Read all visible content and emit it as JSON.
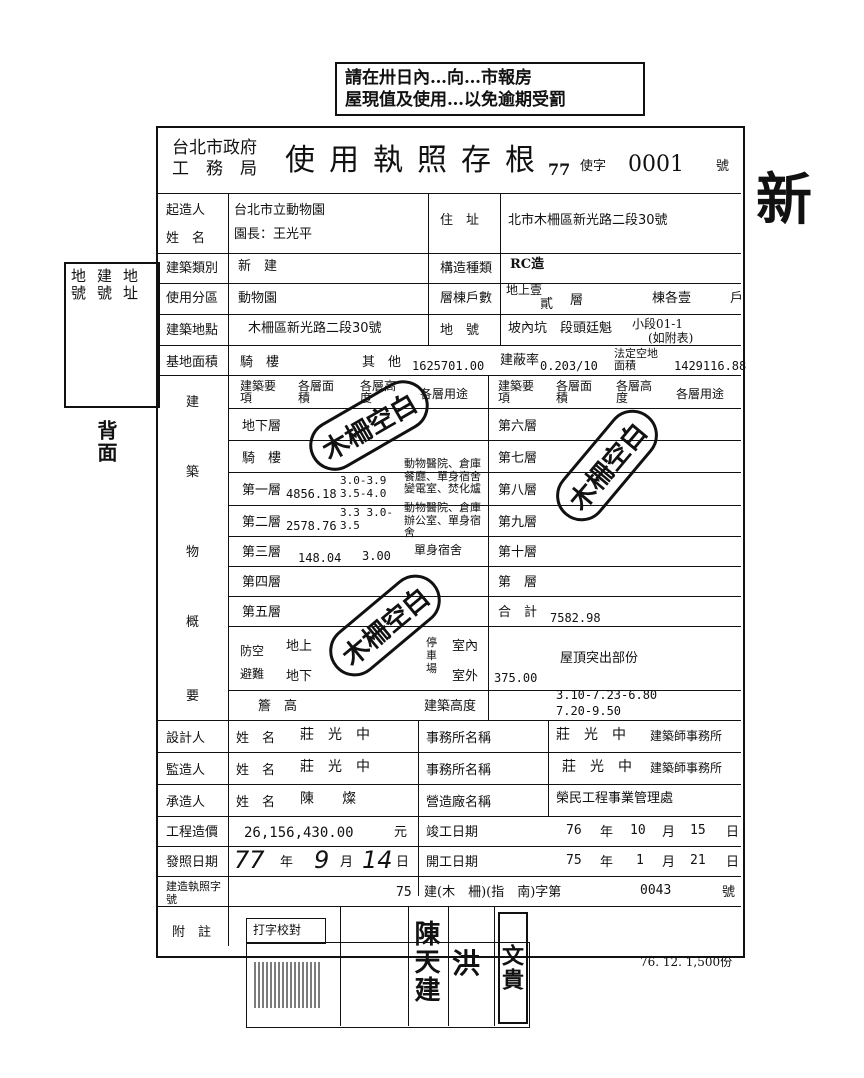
{
  "notice": {
    "line1": "請在卅日內…向…市報房",
    "line2": "屋現值及使用…以免逾期受罰"
  },
  "header": {
    "authority1": "台北市政府",
    "authority2": "工　務　局",
    "title": "使用執照存根",
    "year": "77",
    "word": "使字",
    "serial": "0001",
    "suffix": "號"
  },
  "owner": {
    "label1": "起造人",
    "label2": "姓　名",
    "name1": "台北市立動物園",
    "name2": "園長：王光平",
    "addr_label": "住　址",
    "address": "北市木柵區新光路二段30號"
  },
  "building": {
    "category_label": "建築類別",
    "category": "新　建",
    "structure_label": "構造種類",
    "structure": "RC造",
    "zone_label": "使用分區",
    "zone": "動物園",
    "floors_label": "層棟戶數",
    "floors_above": "地上壹",
    "floors_below": "貳",
    "floors_unit": "層",
    "building_count": "棟各壹",
    "unit_label": "戶",
    "site_label": "建築地點",
    "site": "木柵區新光路二段30號",
    "lot_label": "地　號",
    "lot": "坡內坑　段頭廷魁",
    "lot_small": "小段01-1",
    "lot_note": "(如附表)"
  },
  "area": {
    "base_label": "基地面積",
    "riding_label": "騎　樓",
    "other_label": "其　他",
    "other_value": "1625701.00",
    "coverage_label": "建蔽率",
    "coverage_value": "0.203/10",
    "legal_label": "法定空地面積",
    "legal_value": "1429116.88"
  },
  "columns": {
    "item": "建築要項",
    "area": "各層面積",
    "height": "各層高度",
    "use": "各層用途"
  },
  "left_floors": [
    {
      "name": "地下層",
      "area": "",
      "height": "",
      "use": ""
    },
    {
      "name": "騎　樓",
      "area": "",
      "height": "",
      "use": ""
    },
    {
      "name": "第一層",
      "area": "4856.18",
      "height": "3.0-3.9 3.5-4.0",
      "use": "動物醫院、倉庫 餐廳、單身宿舍 變電室、焚化爐"
    },
    {
      "name": "第二層",
      "area": "2578.76",
      "height": "3.3 3.0-3.5",
      "use": "動物醫院、倉庫 辦公室、單身宿舍"
    },
    {
      "name": "第三層",
      "area": "148.04",
      "height": "3.00",
      "use": "單身宿舍"
    },
    {
      "name": "第四層",
      "area": "",
      "height": "",
      "use": ""
    },
    {
      "name": "第五層",
      "area": "",
      "height": "",
      "use": ""
    }
  ],
  "right_floors": [
    {
      "name": "第六層"
    },
    {
      "name": "第七層"
    },
    {
      "name": "第八層"
    },
    {
      "name": "第九層"
    },
    {
      "name": "第十層"
    },
    {
      "name": "第　層"
    },
    {
      "name": "合　計",
      "area": "7582.98"
    }
  ],
  "shelter": {
    "label": "防空避難",
    "above": "地上",
    "below": "地下",
    "parking_label": "停車場",
    "indoor": "室內",
    "outdoor": "室外",
    "outdoor_value": "375.00",
    "roof": "屋頂突出部份"
  },
  "eaves": {
    "label": "簷　高",
    "height_label": "建築高度",
    "height_value": "3.10-7.23-6.80 7.20-9.50"
  },
  "people": [
    {
      "role": "設計人",
      "name_label": "姓　名",
      "name": "莊　光　中",
      "org_label": "事務所名稱",
      "org": "莊　光　中",
      "org_suffix": "建築師事務所"
    },
    {
      "role": "監造人",
      "name_label": "姓　名",
      "name": "莊　光　中",
      "org_label": "事務所名稱",
      "org": "莊　光　中",
      "org_suffix": "建築師事務所"
    },
    {
      "role": "承造人",
      "name_label": "姓　名",
      "name": "陳　　燦",
      "org_label": "營造廠名稱",
      "org": "榮民工程事業管理處",
      "org_suffix": ""
    }
  ],
  "cost": {
    "label": "工程造價",
    "value": "26,156,430.00",
    "unit": "元",
    "complete_label": "竣工日期",
    "complete_y": "76",
    "complete_m": "10",
    "complete_d": "15"
  },
  "issue": {
    "label": "發照日期",
    "y": "77",
    "m": "9",
    "d": "14",
    "start_label": "開工日期",
    "start_y": "75",
    "start_m": "1",
    "start_d": "21"
  },
  "permit": {
    "label": "建造執照字號",
    "year": "75",
    "text": "建(木　柵)(指　南)字第",
    "number": "0043",
    "suffix": "號"
  },
  "remark": {
    "label": "附　註",
    "check_label": "打字校對",
    "bottom_print": "76. 12. 1,500份"
  },
  "stamps": {
    "round": "木柵空白",
    "name1": "陳天建",
    "name2": "洪",
    "name3": "文貴"
  },
  "side": {
    "left1": "地號",
    "left2": "建號",
    "left3": "地址",
    "back": "背面",
    "right_big": "新"
  },
  "colors": {
    "ink": "#111111",
    "paper": "#ffffff"
  }
}
